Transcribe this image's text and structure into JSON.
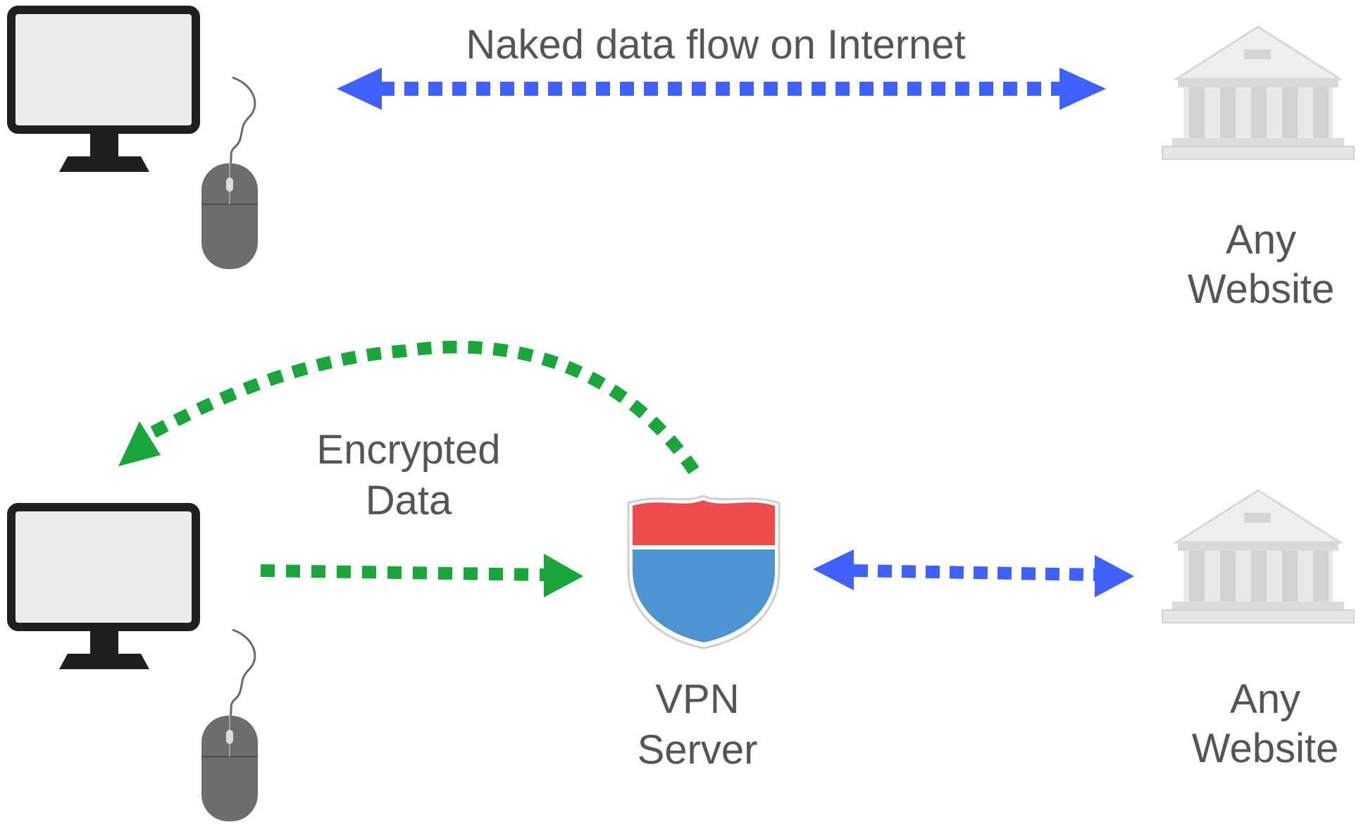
{
  "top_row": {
    "flow_label": "Naked data flow on Internet",
    "website_label_line1": "Any",
    "website_label_line2": "Website"
  },
  "bottom_row": {
    "encrypted_label_line1": "Encrypted",
    "encrypted_label_line2": "Data",
    "vpn_label_line1": "VPN",
    "vpn_label_line2": "Server",
    "website_label_line1": "Any",
    "website_label_line2": "Website"
  },
  "colors": {
    "naked_flow": "#4060ff",
    "encrypted_flow": "#1aa63a",
    "shield_top": "#ee4b4f",
    "shield_bottom": "#4d94d1",
    "icon_dark": "#1f1f1f",
    "icon_screen": "#ececec",
    "mouse_gray": "#6d6d6d",
    "building_gray": "#d9d9d9"
  },
  "icons": [
    "monitor-icon",
    "mouse-icon",
    "building-icon",
    "shield-icon"
  ]
}
